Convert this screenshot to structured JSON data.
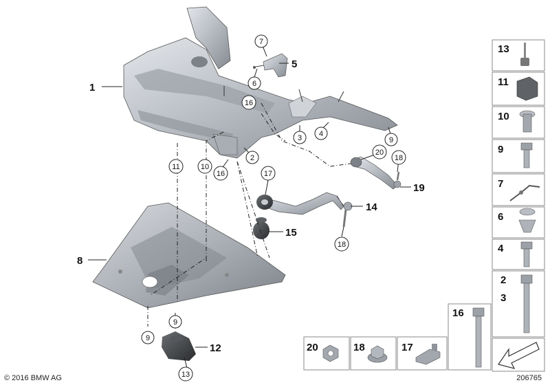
{
  "diagram": {
    "callouts": {
      "c1": "1",
      "c2": "2",
      "c3": "3",
      "c4": "4",
      "c5": "5",
      "c6": "6",
      "c7": "7",
      "c8": "8",
      "c9a": "9",
      "c9b": "9",
      "c9c": "9",
      "c10": "10",
      "c11": "11",
      "c12": "12",
      "c13": "13",
      "c14": "14",
      "c15": "15",
      "c16a": "16",
      "c16b": "16",
      "c17": "17",
      "c18a": "18",
      "c18b": "18",
      "c19": "19",
      "c20": "20"
    },
    "legend": {
      "p13": "13",
      "p11": "11",
      "p10": "10",
      "p9": "9",
      "p7": "7",
      "p6": "6",
      "p4": "4",
      "p2": "2",
      "p3": "3",
      "p16": "16",
      "p20": "20",
      "p18": "18",
      "p17": "17"
    }
  },
  "footer": {
    "copyright": "© 2016 BMW AG",
    "diagram_number": "206765"
  },
  "colors": {
    "part": "#b9bdc4",
    "part_dark": "#8f949b",
    "part_light": "#dfe2e6",
    "frame": "#8a8a8a"
  }
}
